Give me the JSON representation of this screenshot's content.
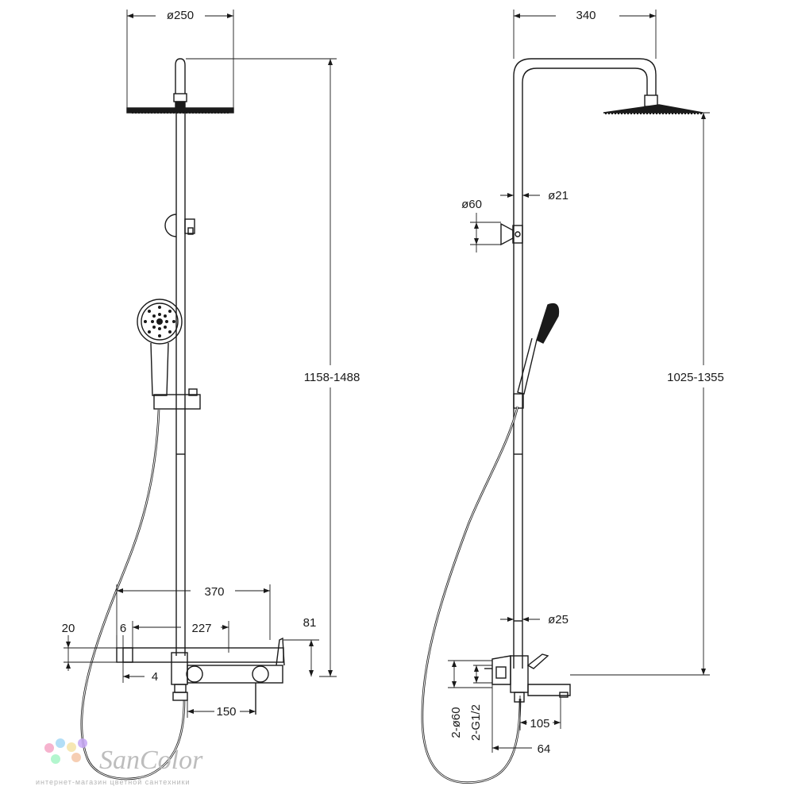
{
  "dims": {
    "head_diameter": "ø250",
    "arm_reach": "340",
    "height_front": "1158-1488",
    "height_side": "1025-1355",
    "bracket_diameter": "ø60",
    "pipe_top": "ø21",
    "pipe_bottom": "ø25",
    "mixer_width": "370",
    "shelf_offset": "227",
    "mixer_height": "81",
    "shelf_thickness": "20",
    "small_gap": "6",
    "lip": "4",
    "inlet_spacing": "150",
    "inlet_flange": "2-ø60",
    "inlet_thread": "2-G1/2",
    "spout_length": "105",
    "wall_offset": "64"
  },
  "logo": {
    "name": "SanColor",
    "tagline": "интернет-магазин цветной сантехники",
    "dot_colors": [
      "#f4a6c6",
      "#a6d8f4",
      "#f4e3a6",
      "#c6a6f4",
      "#a6f4c6",
      "#f4c6a6"
    ]
  }
}
